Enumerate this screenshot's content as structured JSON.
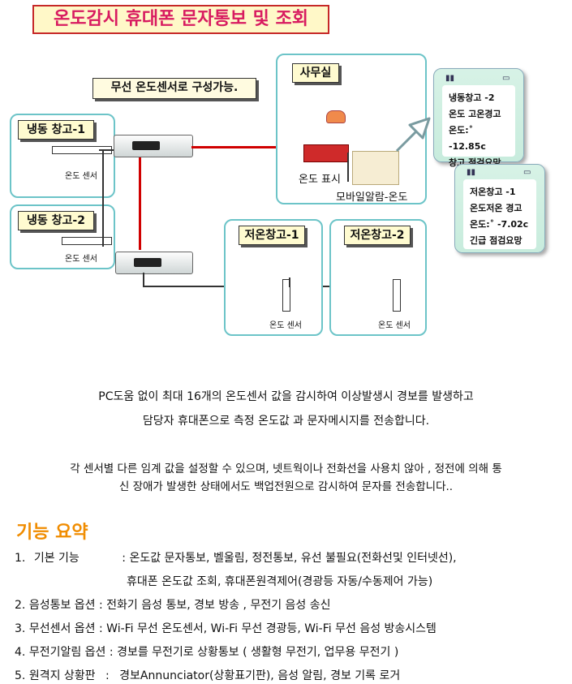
{
  "title": "온도감시 휴대폰 문자통보 및 조회",
  "diagram": {
    "wireless_caption": "무선 온도센서로 구성가능.",
    "office_label": "사무실",
    "temp_display": "온도 표시",
    "mobile_alarm": "모바일알람-온도",
    "freezers": [
      {
        "label": "냉동 창고-1",
        "sensor": "온도 센서"
      },
      {
        "label": "냉동 창고-2",
        "sensor": "온도 센서"
      }
    ],
    "coolers": [
      {
        "label": "저온창고-1",
        "sensor": "온도 센서"
      },
      {
        "label": "저온창고-2",
        "sensor": "온도 센서"
      }
    ],
    "phones": [
      {
        "lines": [
          "냉동창고 -2",
          "온도 고온경고",
          "온도:˚ -12.85c",
          "창고 점검요망"
        ]
      },
      {
        "lines": [
          "저온창고 -1",
          "온도저온 경고",
          "온도:˚ -7.02c",
          "긴급 점검요망"
        ]
      }
    ]
  },
  "description": [
    "PC도움 없이 최대 16개의 온도센서 값을 감시하여 이상발생시 경보를 발생하고",
    "담당자 휴대폰으로  측정 온도값 과 문자메시지를 전송합니다.",
    "각 센서별 다른 임계 값을 설정할 수 있으며, 넷트웍이나 전화선을 사용치 않아 , 정전에 의해 통",
    "신 장애가 발생한 상태에서도 백업전원으로 감시하여 문자를 전송합니다.."
  ],
  "summary_title": "기능 요약",
  "features": [
    {
      "num": "1.",
      "name": "기본 기능",
      "sep": ":",
      "text": "온도값 문자통보, 벨울림, 정전통보, 유선 불필요(전화선및 인터넷선),",
      "text2": "휴대폰 온도값 조회, 휴대폰원격제어(경광등 자동/수동제어 가능)"
    },
    {
      "num": "2.",
      "name": "음성통보 옵션",
      "sep": ":",
      "text": "전화기 음성 통보,  경보 방송 , 무전기 음성 송신"
    },
    {
      "num": "3.",
      "name": "무선센서 옵션",
      "sep": ":",
      "text": "Wi-Fi 무선 온도센서, Wi-Fi 무선 경광등, Wi-Fi 무선 음성 방송시스템"
    },
    {
      "num": "4.",
      "name": "무전기알림 옵션",
      "sep": ":",
      "text": "경보를 무전기로 상황통보 ( 생활형 무전기, 업무용 무전기 )"
    },
    {
      "num": "5.",
      "name": "원격지 상황판",
      "sep": ":",
      "text": "경보Annunciator(상황표기판), 음성 알림,  경보 기록 로거"
    }
  ]
}
